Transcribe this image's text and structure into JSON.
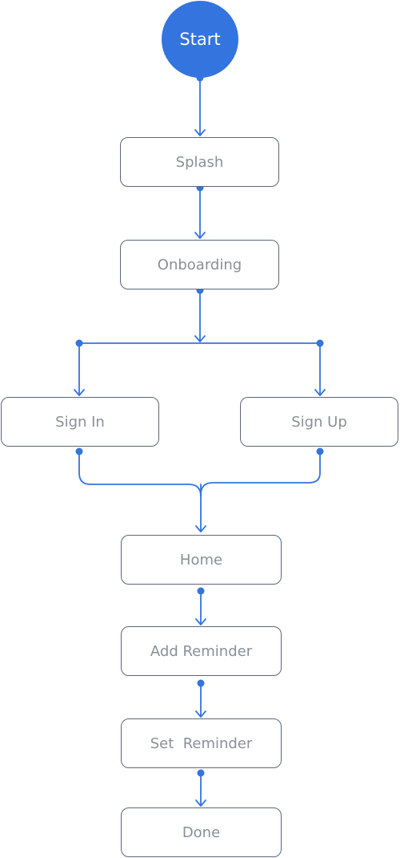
{
  "colors": {
    "accent": "#3474de",
    "node_border": "#5d6677",
    "node_text": "#8a8f98",
    "start_text": "#ffffff"
  },
  "nodes": {
    "start": "Start",
    "splash": "Splash",
    "onboarding": "Onboarding",
    "sign_in": "Sign In",
    "sign_up": "Sign Up",
    "home": "Home",
    "add_reminder": "Add Reminder",
    "set_reminder": "Set  Reminder",
    "done": "Done"
  },
  "edges": [
    {
      "from": "start",
      "to": "splash"
    },
    {
      "from": "splash",
      "to": "onboarding"
    },
    {
      "from": "onboarding",
      "to": "sign_in"
    },
    {
      "from": "onboarding",
      "to": "sign_up"
    },
    {
      "from": "sign_in",
      "to": "home"
    },
    {
      "from": "sign_up",
      "to": "home"
    },
    {
      "from": "home",
      "to": "add_reminder"
    },
    {
      "from": "add_reminder",
      "to": "set_reminder"
    },
    {
      "from": "set_reminder",
      "to": "done"
    }
  ]
}
